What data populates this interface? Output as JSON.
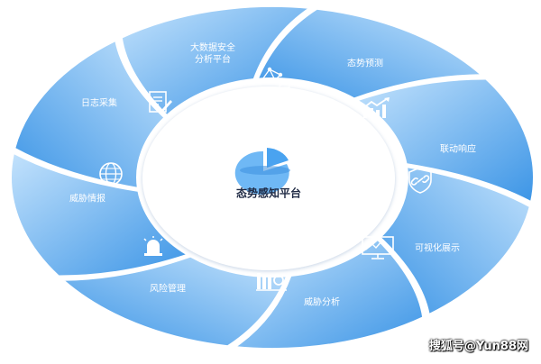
{
  "diagram": {
    "center": {
      "title": "态势感知平台",
      "icon": "pie-chart-icon"
    },
    "segments": [
      {
        "id": "big-data-security",
        "label_line1": "大数据安全",
        "label_line2": "分析平台",
        "icon": "network-analysis-icon"
      },
      {
        "id": "situation-prediction",
        "label": "态势预测",
        "icon": "trend-chart-icon"
      },
      {
        "id": "linkage-response",
        "label": "联动响应",
        "icon": "shield-link-icon"
      },
      {
        "id": "visualization",
        "label": "可视化展示",
        "icon": "monitor-chart-icon"
      },
      {
        "id": "threat-analysis",
        "label": "威胁分析",
        "icon": "bar-search-icon"
      },
      {
        "id": "risk-management",
        "label": "风险管理",
        "icon": "alarm-bell-icon"
      },
      {
        "id": "threat-intel",
        "label": "威胁情报",
        "icon": "globe-target-icon"
      },
      {
        "id": "log-collection",
        "label": "日志采集",
        "icon": "document-edit-icon"
      }
    ],
    "colors": {
      "ring_light": "#b9dcfb",
      "ring_dark": "#3f9ae8",
      "center_text": "#1f2a44",
      "center_icon": "#4aa3f0"
    }
  },
  "watermark": "搜狐号@Yun88网"
}
